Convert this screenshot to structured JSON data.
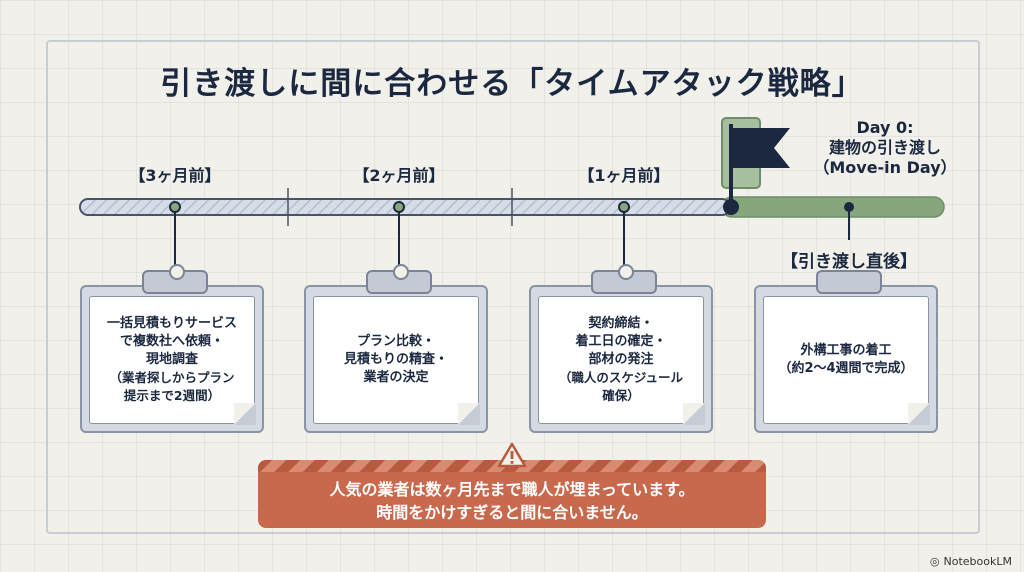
{
  "title": "引き渡しに間に合わせる「タイムアタック戦略」",
  "phases": [
    {
      "label": "【3ヶ月前】"
    },
    {
      "label": "【2ヶ月前】"
    },
    {
      "label": "【1ヶ月前】"
    }
  ],
  "day0": {
    "line1": "Day 0:",
    "line2": "建物の引き渡し",
    "line3": "（Move-in Day）"
  },
  "after_label": "【引き渡し直後】",
  "cards": [
    {
      "lines": [
        "一括見積もりサービス",
        "で複数社へ依頼・",
        "現地調査"
      ],
      "note": [
        "（業者探しからプラン",
        "提示まで2週間）"
      ]
    },
    {
      "lines": [
        "プラン比較・",
        "見積もりの精査・",
        "業者の決定"
      ],
      "note": []
    },
    {
      "lines": [
        "契約締結・",
        "着工日の確定・",
        "部材の発注"
      ],
      "note": [
        "（職人のスケジュール",
        "確保）"
      ]
    },
    {
      "lines": [
        "外構工事の着工",
        "（約2〜4週間で完成）"
      ],
      "note": []
    }
  ],
  "warning": {
    "line1": "人気の業者は数ヶ月先まで職人が埋まっています。",
    "line2": "時間をかけすぎると間に合いません。"
  },
  "watermark": "NotebookLM",
  "colors": {
    "navy": "#1c2840",
    "track": "#d6dde8",
    "green_band": "#86a67e",
    "warning": "#c8694e"
  }
}
